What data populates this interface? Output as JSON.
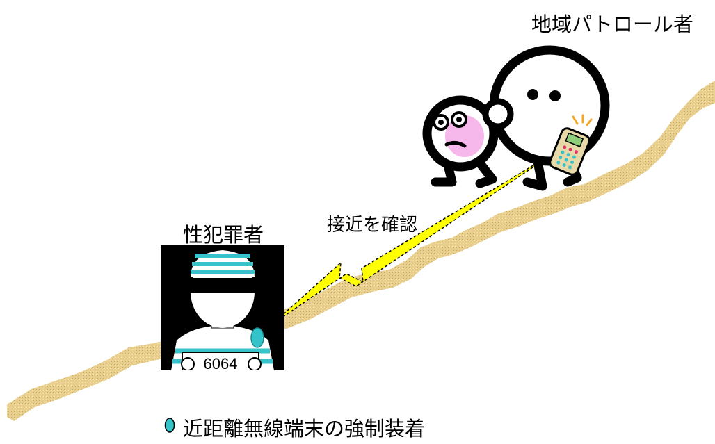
{
  "labels": {
    "patrol": "地域パトロール者",
    "offender": "性犯罪者",
    "confirm": "接近を確認",
    "legend": "近距離無線端末の強制装着"
  },
  "badge_number": "6064",
  "colors": {
    "path": "#e8cf8e",
    "lightning": "#ffff00",
    "device": "#33c3c8",
    "cheek": "#f4a6e6",
    "stripe": "#39c2c9",
    "phone": "#e8d9a8",
    "spark": "#f5a623"
  }
}
